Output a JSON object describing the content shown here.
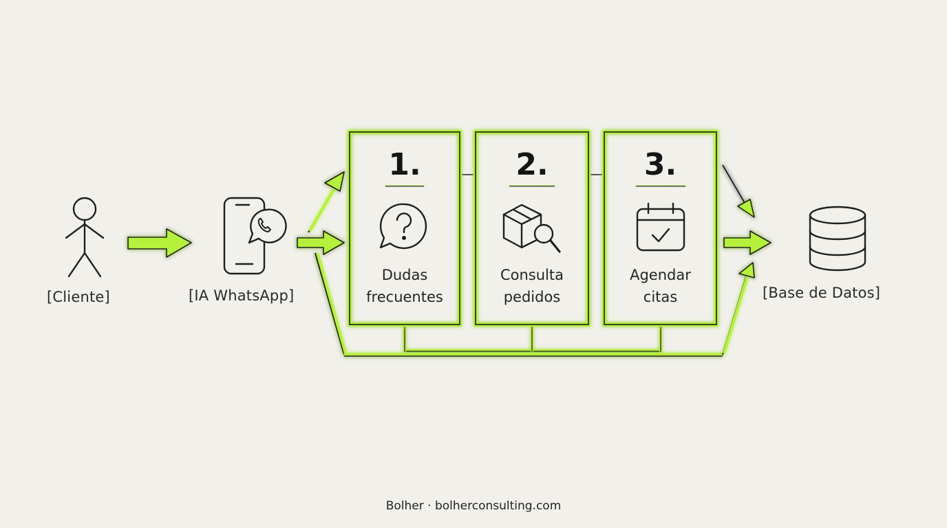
{
  "nodes": {
    "client": {
      "label": "[Cliente]"
    },
    "whatsapp": {
      "label": "[IA WhatsApp]"
    },
    "database": {
      "label": "[Base de Datos]"
    }
  },
  "steps": [
    {
      "number": "1.",
      "line1": "Dudas",
      "line2": "frecuentes",
      "icon": "question-bubble-icon"
    },
    {
      "number": "2.",
      "line1": "Consulta",
      "line2": "pedidos",
      "icon": "package-search-icon"
    },
    {
      "number": "3.",
      "line1": "Agendar",
      "line2": "citas",
      "icon": "calendar-check-icon"
    }
  ],
  "footer": {
    "brand": "Bolher",
    "separator": "·",
    "site": "bolherconsulting.com"
  },
  "colors": {
    "background": "#f1f0eb",
    "accent": "#b5f03c",
    "ink": "#1f1f1f"
  }
}
